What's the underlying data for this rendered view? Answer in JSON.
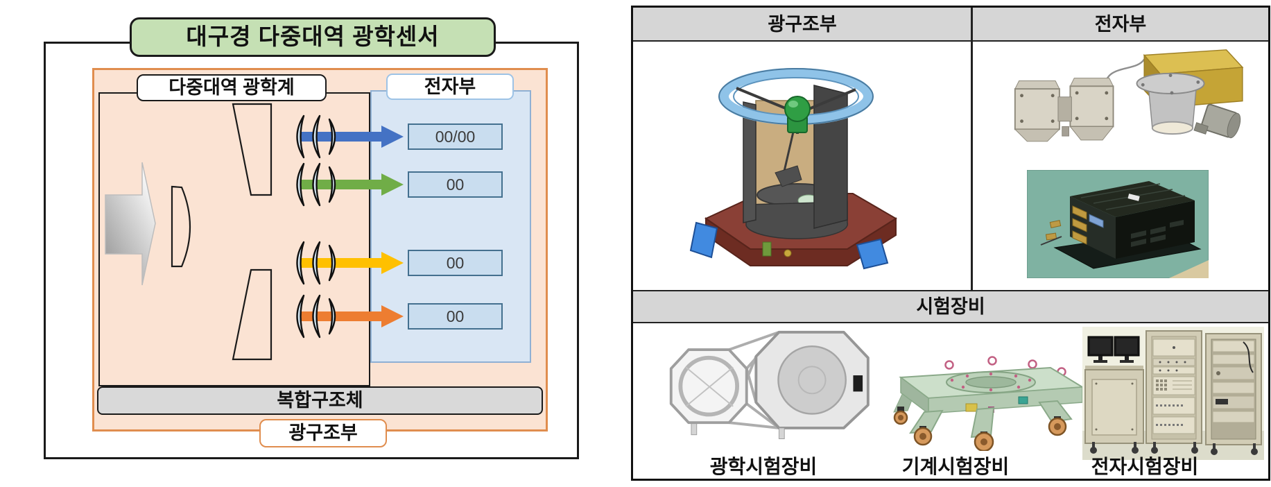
{
  "figure": {
    "left": {
      "title": "대구경 다중대역 광학센서",
      "optics_label": "다중대역 광학계",
      "electronics_label": "전자부",
      "channels": [
        {
          "name": "blue-channel",
          "value": "00/00",
          "color": "#4472c4"
        },
        {
          "name": "green-channel",
          "value": "00",
          "color": "#70ad47"
        },
        {
          "name": "yellow-channel",
          "value": "00",
          "color": "#ffc000"
        },
        {
          "name": "orange-channel",
          "value": "00",
          "color": "#ed7d31"
        }
      ],
      "composite_structure_label": "복합구조체",
      "opto_structure_label": "광구조부"
    },
    "right": {
      "header_opto_structure": "광구조부",
      "header_electronics": "전자부",
      "header_test_equipment": "시험장비",
      "captions": {
        "optical": "광학시험장비",
        "mechanical": "기계시험장비",
        "electronic": "전자시험장비"
      }
    },
    "colors": {
      "title_bg": "#c5e0b4",
      "optics_box_bg": "#fbe3d3",
      "optics_box_border": "#e08d4e",
      "electronics_box_bg": "#d9e6f4",
      "signal_box_bg": "#c9ddef",
      "signal_box_border": "#44708f",
      "structure_bar_bg": "#d9d9d9",
      "table_header_bg": "#d6d6d6"
    }
  }
}
